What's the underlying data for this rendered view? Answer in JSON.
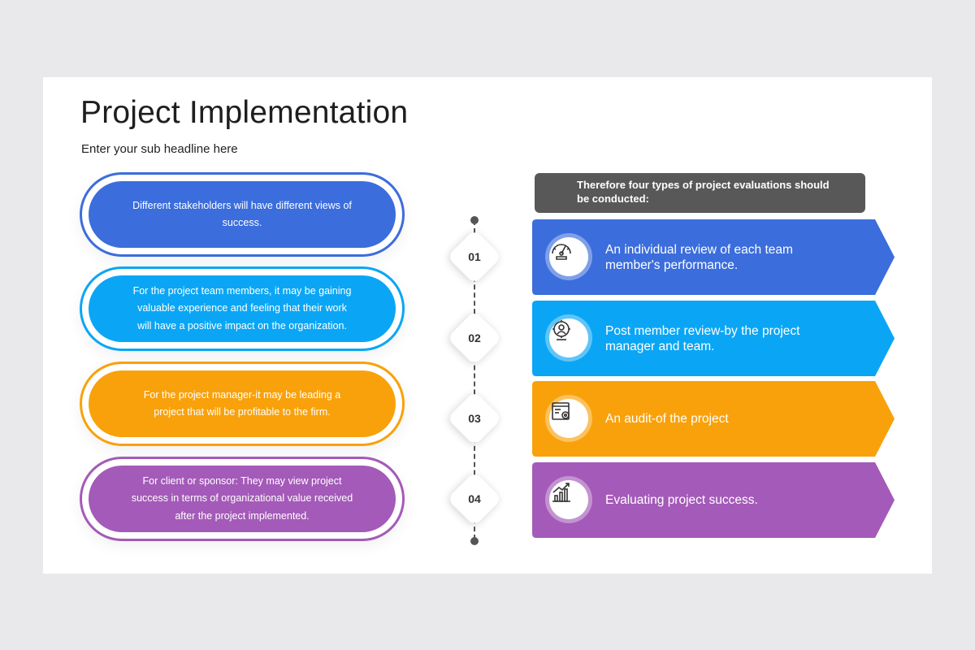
{
  "title": "Project Implementation",
  "subtitle": "Enter your sub headline here",
  "colors": {
    "blue": "#3b6ddc",
    "sky": "#0aa6f5",
    "orange": "#f9a10b",
    "purple": "#a45ab8",
    "header": "#585858"
  },
  "left_items": [
    {
      "text": "Different stakeholders will have different views of success."
    },
    {
      "text": "For the project team members, it may be gaining valuable experience and feeling that their work will have a positive impact on the organization."
    },
    {
      "text": "For the project manager-it may be leading a project that will be profitable to the firm."
    },
    {
      "text": "For client or sponsor: They may view project success in terms of organizational value received after the project implemented."
    }
  ],
  "steps": [
    "01",
    "02",
    "03",
    "04"
  ],
  "right_header": "Therefore  four types of project evaluations should be conducted:",
  "right_items": [
    {
      "text": "An individual review of each team member's performance.",
      "icon": "performance-gauge-icon"
    },
    {
      "text": "Post member review-by the project manager and team.",
      "icon": "team-gear-icon"
    },
    {
      "text": "An audit-of the project",
      "icon": "audit-document-icon"
    },
    {
      "text": "Evaluating project success.",
      "icon": "growth-chart-icon"
    }
  ]
}
